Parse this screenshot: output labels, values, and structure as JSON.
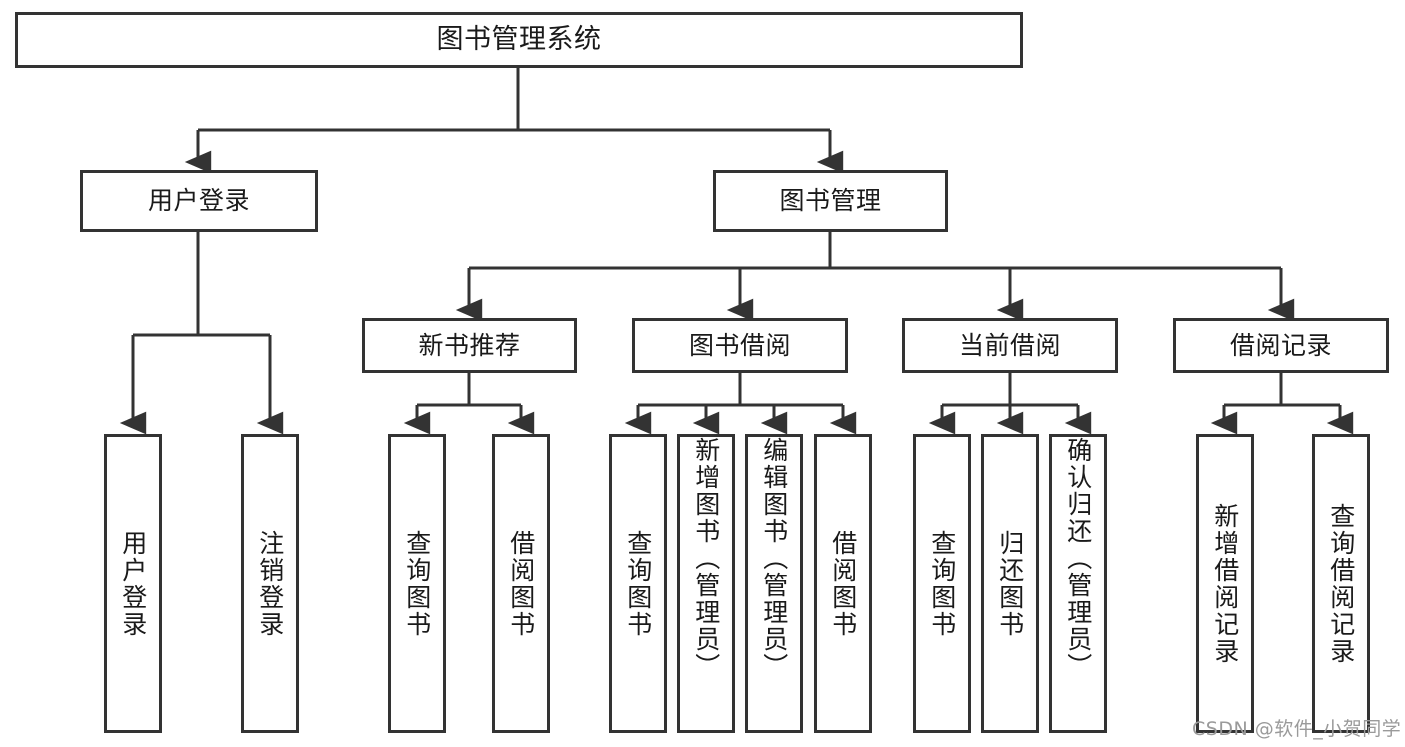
{
  "diagram": {
    "title": "图书管理系统",
    "type": "tree-hierarchy-chart",
    "watermark": "CSDN @软件_小贺同学",
    "stroke_color": "#333333",
    "text_color": "#1a1a1a",
    "background_color": "#ffffff"
  },
  "nodes": {
    "root": {
      "label": "图书管理系统"
    },
    "level2": [
      {
        "label": "用户登录"
      },
      {
        "label": "图书管理"
      }
    ],
    "level3": [
      {
        "label": "新书推荐"
      },
      {
        "label": "图书借阅"
      },
      {
        "label": "当前借阅"
      },
      {
        "label": "借阅记录"
      }
    ],
    "leaves_user_login": [
      {
        "label": "用户登录"
      },
      {
        "label": "注销登录"
      }
    ],
    "leaves_new_books": [
      {
        "label": "查询图书"
      },
      {
        "label": "借阅图书"
      }
    ],
    "leaves_borrow": [
      {
        "label": "查询图书"
      },
      {
        "label": "新增图书（管理员）"
      },
      {
        "label": "编辑图书（管理员）"
      },
      {
        "label": "借阅图书"
      }
    ],
    "leaves_current": [
      {
        "label": "查询图书"
      },
      {
        "label": "归还图书"
      },
      {
        "label": "确认归还（管理员）"
      }
    ],
    "leaves_records": [
      {
        "label": "新增借阅记录"
      },
      {
        "label": "查询借阅记录"
      }
    ]
  }
}
